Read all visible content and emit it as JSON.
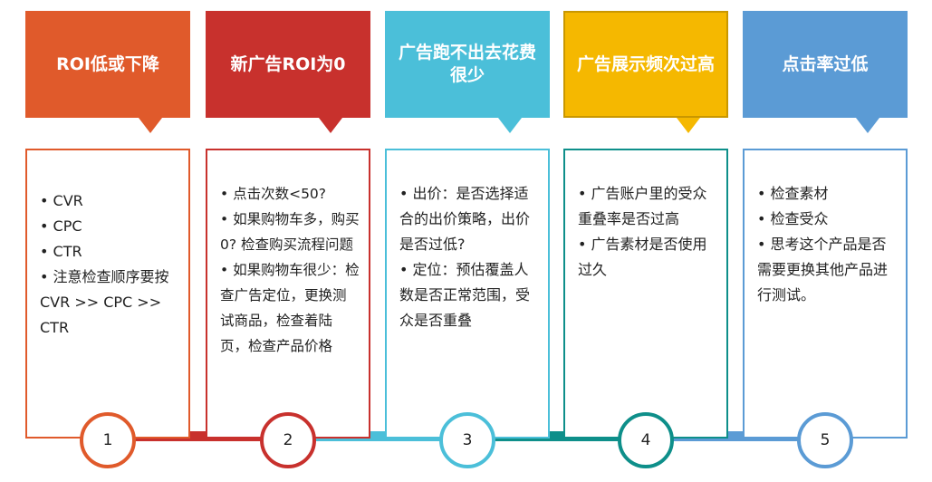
{
  "columns": [
    {
      "title": "ROI低或下降",
      "color": "#e05a2b",
      "number": "1",
      "items": [
        "CVR",
        "CPC",
        "CTR",
        "注意检查顺序要按CVR >> CPC >> CTR"
      ]
    },
    {
      "title": "新广告ROI为0",
      "color": "#c8312d",
      "number": "2",
      "items": [
        "点击次数<50?",
        "如果购物车多，购买0? 检查购买流程问题",
        "如果购物车很少：检查广告定位，更换测试商品，检查着陆页，检查产品价格"
      ]
    },
    {
      "title": "广告跑不出去花费很少",
      "color": "#4bbfd9",
      "number": "3",
      "items": [
        "出价：是否选择适合的出价策略，出价是否过低?",
        "定位：预估覆盖人数是否正常范围，受众是否重叠"
      ]
    },
    {
      "title": "广告展示频次过高",
      "color": "#f5b800",
      "number": "4",
      "items": [
        "广告账户里的受众重叠率是否过高",
        "广告素材是否使用过久"
      ]
    },
    {
      "title": "点击率过低",
      "color": "#5b9bd5",
      "number": "5",
      "items": [
        "检查素材",
        "检查受众",
        "思考这个产品是否需要更换其他产品进行测试。"
      ]
    }
  ],
  "colors": {
    "card_border_1": "#e05a2b",
    "card_border_2": "#c8312d",
    "card_border_3": "#4bbfd9",
    "card_border_4": "#0e8f8a",
    "card_border_5": "#5b9bd5",
    "header_border_4": "#c99700"
  }
}
